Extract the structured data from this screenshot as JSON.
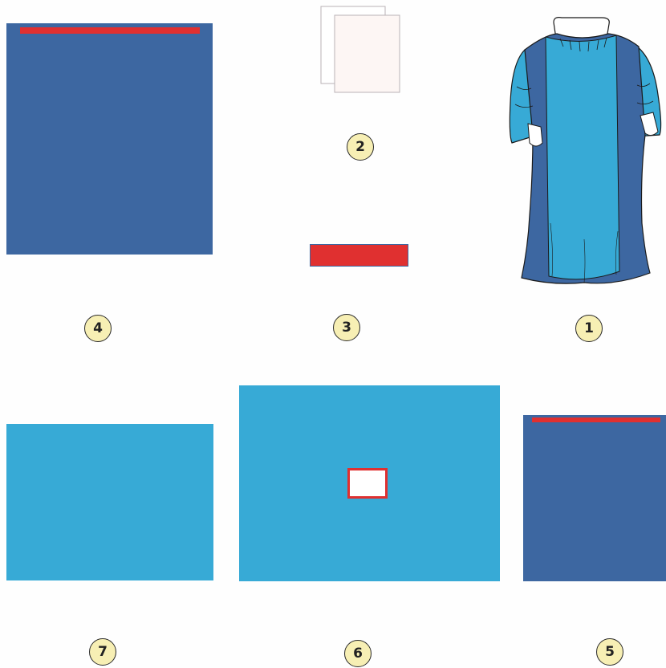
{
  "colors": {
    "dark_blue": "#3d67a1",
    "light_blue": "#37aad6",
    "red": "#e03030",
    "badge_fill": "#f7efb4",
    "white": "#ffffff"
  },
  "items": [
    {
      "number": "1",
      "icon": "surgical-gown-icon"
    },
    {
      "number": "2",
      "icon": "paper-towels-icon"
    },
    {
      "number": "3",
      "icon": "adhesive-tape-icon"
    },
    {
      "number": "4",
      "icon": "drape-with-adhesive-strip-icon"
    },
    {
      "number": "5",
      "icon": "drape-with-adhesive-strip-icon"
    },
    {
      "number": "6",
      "icon": "fenestrated-drape-icon"
    },
    {
      "number": "7",
      "icon": "plain-drape-icon"
    }
  ]
}
